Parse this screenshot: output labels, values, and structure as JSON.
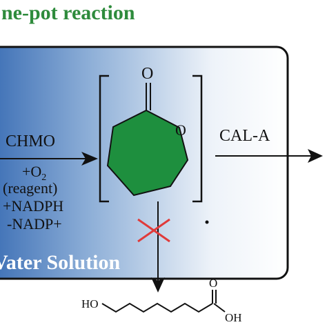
{
  "title": "ne-pot reaction",
  "box_label": "Vater Solution",
  "left_arrow": {
    "enzyme": "CHMO",
    "line1_prefix": "+O",
    "line1_sub": "2",
    "line2": "(reagent)",
    "line3": "+NADPH",
    "line4": "-NADP+"
  },
  "right_arrow": {
    "enzyme": "CAL-A"
  },
  "lactone": {
    "carbonyl_o": "O",
    "ring_o": "O"
  },
  "product": {
    "ho": "HO",
    "carbonyl_o": "O",
    "oh": "OH"
  },
  "colors": {
    "title": "#2e8b3c",
    "ring_fill": "#1e8f3e",
    "box_gradient_left": "#3a6db4",
    "box_gradient_right": "#ffffff",
    "cross": "#e03a3a",
    "box_label": "#ffffff"
  }
}
